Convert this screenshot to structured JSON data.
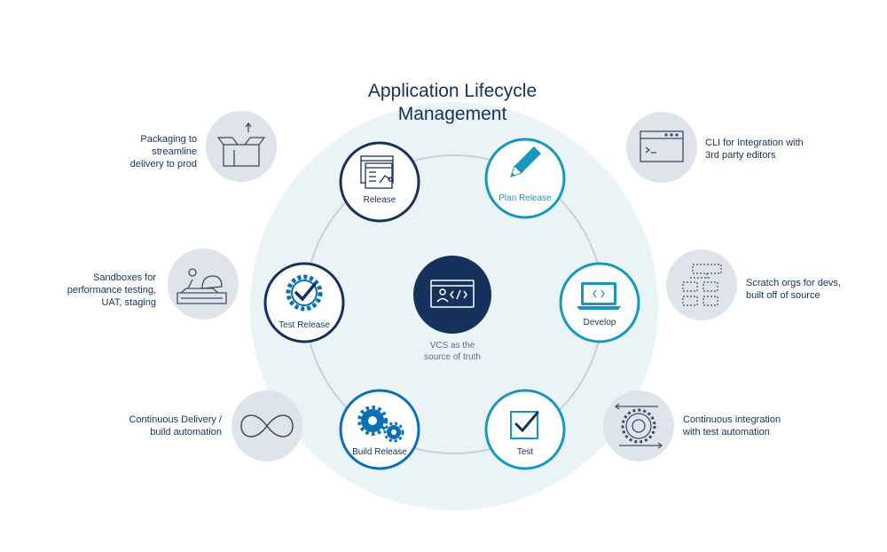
{
  "title": {
    "line1": "Application Lifecycle",
    "line2": "Management"
  },
  "center": {
    "line1": "VCS as the",
    "line2": "source of truth",
    "icon": "code-window-icon"
  },
  "stages": {
    "release": {
      "label": "Release",
      "icon": "release-dashboard-icon"
    },
    "plan_release": {
      "label": "Plan Release",
      "icon": "pencil-icon"
    },
    "develop": {
      "label": "Develop",
      "icon": "laptop-code-icon"
    },
    "test": {
      "label": "Test",
      "icon": "checkbox-icon"
    },
    "build_release": {
      "label": "Build Release",
      "icon": "gears-icon"
    },
    "test_release": {
      "label": "Test Release",
      "icon": "gear-check-icon"
    }
  },
  "features": {
    "packaging": {
      "line1": "Packaging to",
      "line2": "streamline",
      "line3": "delivery to prod",
      "icon": "box-icon"
    },
    "cli": {
      "line1": "CLI for Integration with",
      "line2": "3rd party editors",
      "icon": "terminal-icon"
    },
    "sandboxes": {
      "line1": "Sandboxes for",
      "line2": "performance testing,",
      "line3": "UAT, staging",
      "icon": "sandbox-icon"
    },
    "scratch": {
      "line1": "Scratch orgs for devs,",
      "line2": "built off of source",
      "icon": "org-chart-icon"
    },
    "cd": {
      "line1": "Continuous Delivery /",
      "line2": "build automation",
      "icon": "infinity-icon"
    },
    "ci": {
      "line1": "Continuous integration",
      "line2": "with test automation",
      "icon": "gear-cycle-icon"
    }
  },
  "colors": {
    "navy": "#16325c",
    "blue": "#1797c0",
    "mid_blue": "#0b6fb8",
    "bg_circle": "#eaf4f7",
    "gray_circle": "#dfe4ea",
    "icon_gray": "#3b4d66"
  }
}
